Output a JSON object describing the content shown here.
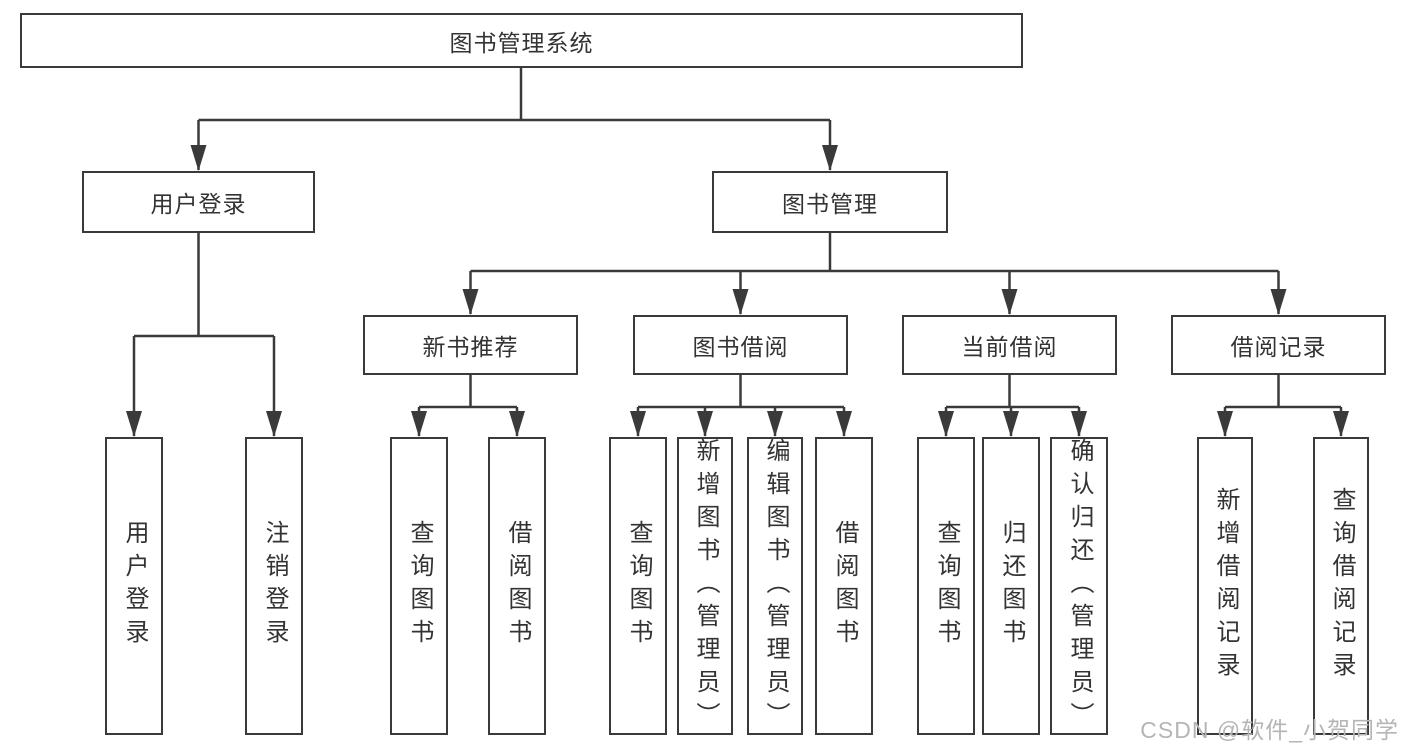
{
  "tree": {
    "label": "图书管理系统",
    "children": [
      {
        "label": "用户登录",
        "children": [
          {
            "label": "用户登录"
          },
          {
            "label": "注销登录"
          }
        ]
      },
      {
        "label": "图书管理",
        "children": [
          {
            "label": "新书推荐",
            "children": [
              {
                "label": "查询图书"
              },
              {
                "label": "借阅图书"
              }
            ]
          },
          {
            "label": "图书借阅",
            "children": [
              {
                "label": "查询图书"
              },
              {
                "label": "新增图书（管理员）"
              },
              {
                "label": "编辑图书（管理员）"
              },
              {
                "label": "借阅图书"
              }
            ]
          },
          {
            "label": "当前借阅",
            "children": [
              {
                "label": "查询图书"
              },
              {
                "label": "归还图书"
              },
              {
                "label": "确认归还（管理员）"
              }
            ]
          },
          {
            "label": "借阅记录",
            "children": [
              {
                "label": "新增借阅记录"
              },
              {
                "label": "查询借阅记录"
              }
            ]
          }
        ]
      }
    ]
  },
  "watermark": "CSDN @软件_小贺同学",
  "colors": {
    "line": "#3a3a3a",
    "text": "#333333",
    "watermark": "#b5b5b5",
    "background": "#ffffff"
  }
}
